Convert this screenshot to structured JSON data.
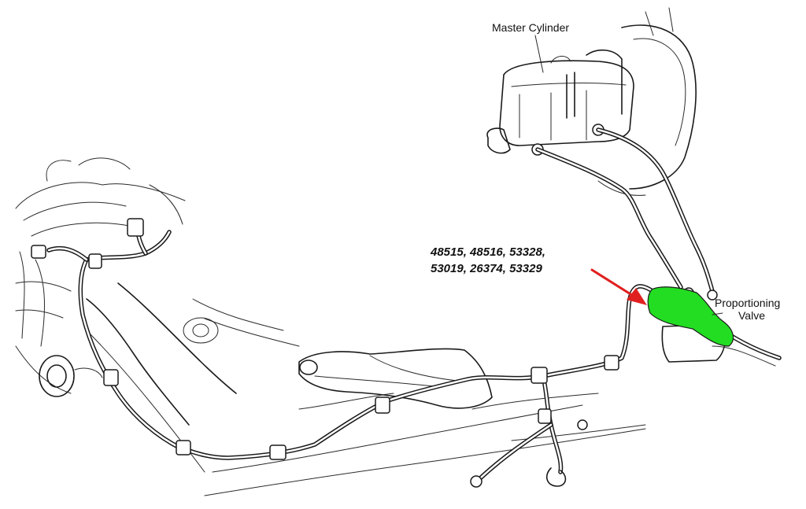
{
  "labels": {
    "master_cylinder": "Master Cylinder",
    "part_numbers_line1": "48515, 48516, 53328,",
    "part_numbers_line2": "53019, 26374, 53329",
    "proportioning_valve_line1": "Proportioning",
    "proportioning_valve_line2": "Valve"
  },
  "colors": {
    "highlight": "#22dd22",
    "arrow": "#e02020",
    "line_art": "#1a1a1a",
    "background": "#ffffff"
  }
}
